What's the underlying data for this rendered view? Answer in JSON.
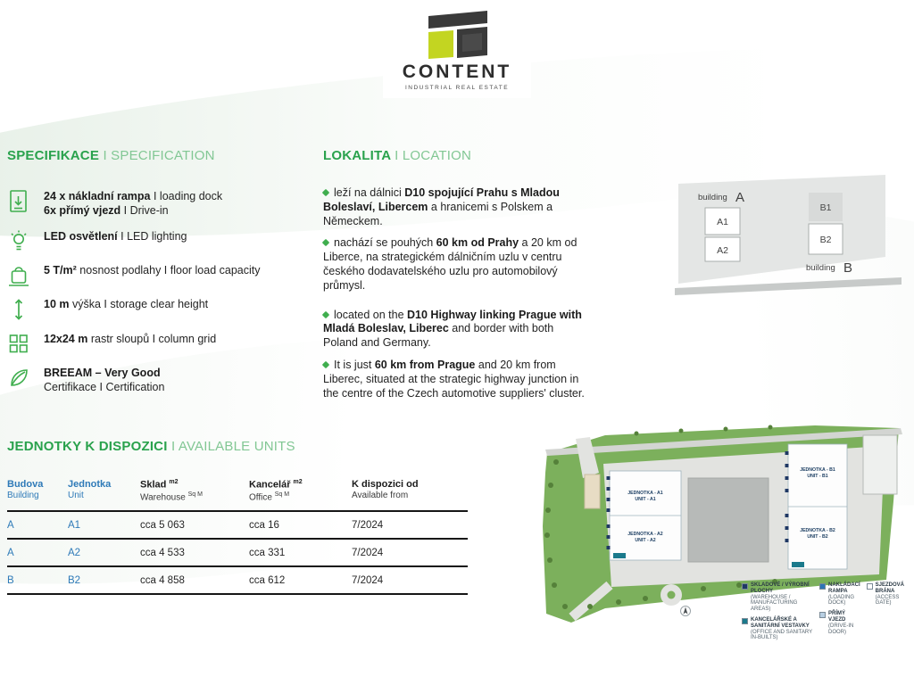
{
  "logo": {
    "title": "CONTENT",
    "subtitle": "INDUSTRIAL REAL ESTATE"
  },
  "colors": {
    "accent_green": "#2aa24d",
    "accent_green_light": "#82c794",
    "accent_blue": "#2e7ab8",
    "logo_lime": "#c3d521",
    "logo_dark": "#3a3a3a"
  },
  "specification": {
    "heading_primary": "SPECIFIKACE",
    "heading_secondary": "I SPECIFICATION",
    "items": [
      {
        "icon": "loading-dock-icon",
        "line1_bold": "24 x nákladní rampa",
        "line1_rest": "  I loading dock",
        "line2_bold": "6x přímý vjezd",
        "line2_rest": " I Drive-in"
      },
      {
        "icon": "led-bulb-icon",
        "line1_bold": "LED osvětlení",
        "line1_rest": " I LED lighting"
      },
      {
        "icon": "floor-load-icon",
        "line1_bold": "5 T/m²",
        "line1_rest": " nosnost podlahy I floor load capacity"
      },
      {
        "icon": "clear-height-icon",
        "line1_bold": "10 m",
        "line1_rest": " výška I storage clear height"
      },
      {
        "icon": "column-grid-icon",
        "line1_bold": "12x24 m",
        "line1_rest": " rastr sloupů I column grid"
      },
      {
        "icon": "breeam-leaf-icon",
        "line1_bold": "BREEAM – Very Good",
        "line1_rest": "",
        "line2_bold": "",
        "line2_rest": "Certifikace I Certification"
      }
    ]
  },
  "location": {
    "heading_primary": "LOKALITA",
    "heading_secondary": "I LOCATION",
    "bullets_cz": [
      {
        "pre": "leží na dálnici ",
        "bold": "D10 spojující Prahu s Mladou Boleslaví, Libercem",
        "post": " a hranicemi s Polskem a Německem."
      },
      {
        "pre": "nachází se pouhých ",
        "bold": "60 km od Prahy",
        "post": " a 20 km od Liberce, na strategickém dálničním uzlu v centru českého dodavatelského uzlu pro automobilový průmysl."
      }
    ],
    "bullets_en": [
      {
        "pre": "located on the ",
        "bold": "D10 Highway linking Prague with Mladá Boleslav, Liberec",
        "post": " and border with both Poland and Germany."
      },
      {
        "pre": "It is just ",
        "bold": "60 km from Prague",
        "post": " and 20 km from Liberec, situated at the strategic highway junction in the centre of the Czech automotive suppliers' cluster."
      }
    ]
  },
  "building_diagram": {
    "label_prefix_a": "building",
    "label_a": "A",
    "label_prefix_b": "building",
    "label_b": "B",
    "units": [
      "A1",
      "A2",
      "B1",
      "B2"
    ]
  },
  "units_table": {
    "heading_primary": "JEDNOTKY K DISPOZICI",
    "heading_secondary": "I AVAILABLE UNITS",
    "headers": {
      "building_cz": "Budova",
      "building_en": "Building",
      "unit_cz": "Jednotka",
      "unit_en": "Unit",
      "warehouse_cz": "Sklad",
      "warehouse_cz_sup": "m2",
      "warehouse_en": "Warehouse",
      "warehouse_en_sup": "Sq M",
      "office_cz": "Kancelář",
      "office_cz_sup": "m2",
      "office_en": "Office",
      "office_en_sup": "Sq M",
      "available_cz": "K dispozici od",
      "available_en": "Available from"
    },
    "rows": [
      {
        "building": "A",
        "unit": "A1",
        "warehouse": "cca 5 063",
        "office": "cca 16",
        "available": "7/2024"
      },
      {
        "building": "A",
        "unit": "A2",
        "warehouse": "cca 4 533",
        "office": "cca 331",
        "available": "7/2024"
      },
      {
        "building": "B",
        "unit": "B2",
        "warehouse": "cca 4 858",
        "office": "cca 612",
        "available": "7/2024"
      }
    ]
  },
  "site_plan": {
    "units": [
      {
        "line1": "JEDNOTKA - A1",
        "line2": "UNIT - A1"
      },
      {
        "line1": "JEDNOTKA - A2",
        "line2": "UNIT - A2"
      },
      {
        "line1": "JEDNOTKA - B1",
        "line2": "UNIT - B1"
      },
      {
        "line1": "JEDNOTKA - B2",
        "line2": "UNIT - B2"
      }
    ],
    "legend": [
      {
        "swatch": "#1f3864",
        "cz": "SKLADOVÉ / VÝROBNÍ PLOCHY",
        "en": "(WAREHOUSE / MANUFACTURING AREAS)"
      },
      {
        "swatch": "#1b7a8c",
        "cz": "KANCELÁŘSKÉ A SANITÁRNÍ VESTAVKY",
        "en": "(OFFICE AND SANITARY IN-BUILTS)"
      },
      {
        "swatch": "#2e75b6",
        "cz": "NAKLÁDACÍ RAMPA",
        "en": "(LOADING DOCK)"
      },
      {
        "swatch": "#b8cfe2",
        "cz": "PŘÍMÝ VJEZD",
        "en": "(DRIVE-IN DOOR)"
      },
      {
        "swatch": "#ffffff",
        "cz": "SJEZDOVÁ BRÁNA",
        "en": "(ACCESS GATE)"
      }
    ]
  }
}
